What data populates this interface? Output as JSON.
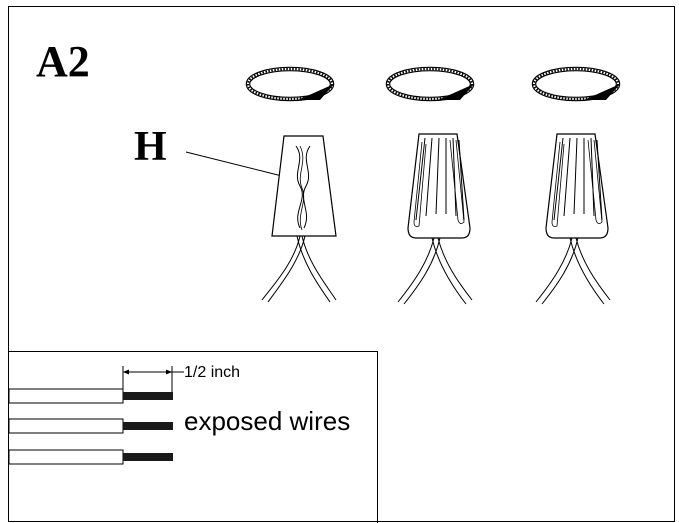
{
  "diagram": {
    "step_label": "A2",
    "callout_letter": "H",
    "measure_label": "1/2 inch",
    "exposed_label": "exposed wires",
    "connectors": [
      {
        "name": "wire-connector-cutaway",
        "style": "cutaway"
      },
      {
        "name": "wire-connector-ribbed-1",
        "style": "ribbed"
      },
      {
        "name": "wire-connector-ribbed-2",
        "style": "ribbed"
      }
    ],
    "rotation_arrows": [
      "rotation-arrow-1",
      "rotation-arrow-2",
      "rotation-arrow-3"
    ],
    "wires": [
      "wire-1",
      "wire-2",
      "wire-3"
    ],
    "colors": {
      "line": "#000000",
      "background": "#ffffff",
      "wire_tip": "#1a1a1a"
    }
  }
}
